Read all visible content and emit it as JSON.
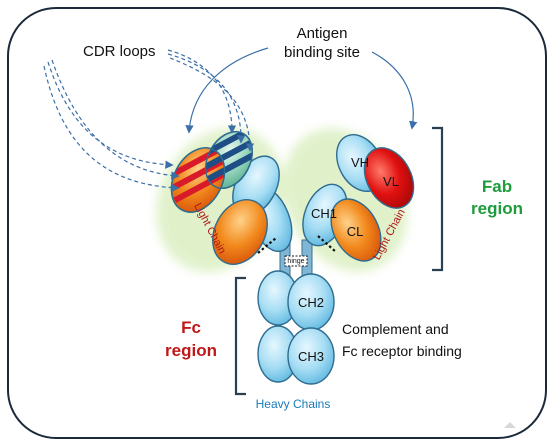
{
  "labels": {
    "cdr_loops": "CDR loops",
    "antigen_line1": "Antigen",
    "antigen_line2": "binding site",
    "fab_line1": "Fab",
    "fab_line2": "region",
    "fc_line1": "Fc",
    "fc_line2": "region",
    "complement_line1": "Complement and",
    "complement_line2": "Fc receptor binding",
    "heavy_chains": "Heavy Chains",
    "light_chain_left": "Light Chain",
    "light_chain_right": "Light Chain",
    "hinge": "hinge",
    "vh": "VH",
    "vl": "VL",
    "ch1": "CH1",
    "cl": "CL",
    "ch2": "CH2",
    "ch3": "CH3"
  },
  "colors": {
    "heavy_chain": "#a8def4",
    "light_chain": "#f07818",
    "variable_light_right": "#e01010",
    "variable_left": "#8fd2b8",
    "arrow": "#3a6fa8",
    "fab_text": "#1e9c3c",
    "fc_text": "#c01818",
    "heavy_text": "#1a7ab8",
    "light_text": "#b01818"
  }
}
